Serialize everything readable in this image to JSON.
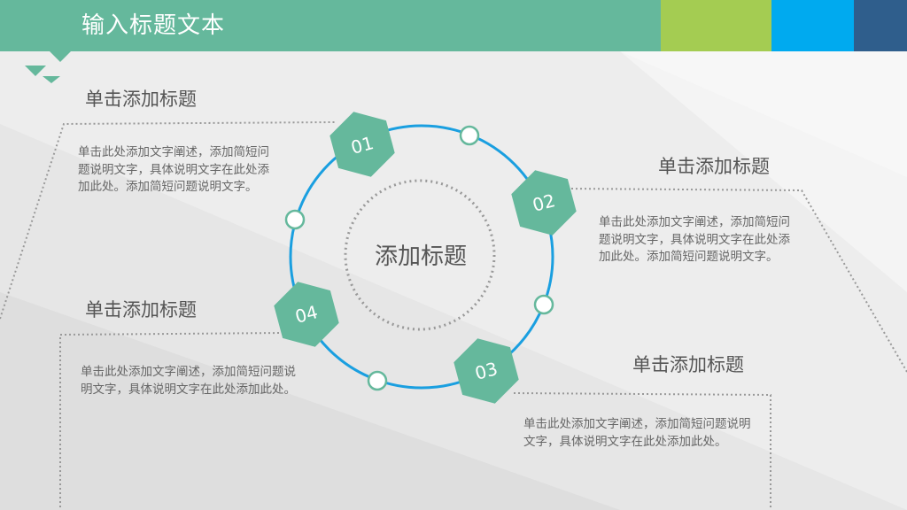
{
  "header": {
    "title": "输入标题文本",
    "color": "#65b89c",
    "accent_blocks": [
      "#a4cc52",
      "#00aaef",
      "#2f5e8c"
    ]
  },
  "diagram": {
    "center_title": "添加标题",
    "ring_color": "#1a9fe0",
    "hex_color": "#65b89c",
    "steps": [
      {
        "number": "01",
        "heading": "单击添加标题",
        "text": "单击此处添加文字阐述，添加简短问题说明文字，具体说明文字在此处添加此处。添加简短问题说明文字。"
      },
      {
        "number": "02",
        "heading": "单击添加标题",
        "text": "单击此处添加文字阐述，添加简短问题说明文字，具体说明文字在此处添加此处。添加简短问题说明文字。"
      },
      {
        "number": "03",
        "heading": "单击添加标题",
        "text": "单击此处添加文字阐述，添加简短问题说明文字，具体说明文字在此处添加此处。"
      },
      {
        "number": "04",
        "heading": "单击添加标题",
        "text": "单击此处添加文字阐述，添加简短问题说明文字，具体说明文字在此处添加此处。"
      }
    ]
  }
}
